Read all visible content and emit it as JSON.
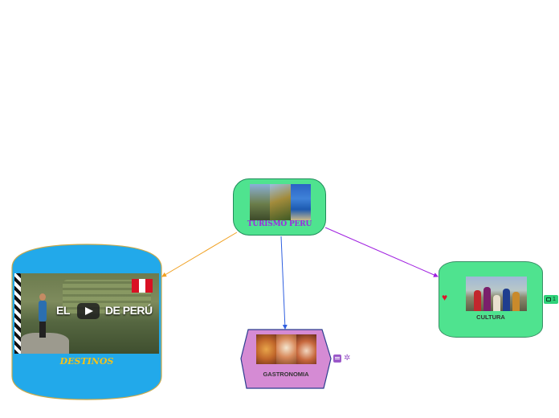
{
  "central": {
    "title": "TURISMO PERU"
  },
  "topics": {
    "destinos": {
      "label": "DESTINOS",
      "video_title_left": "EL",
      "video_title_right": "DE PERÚ"
    },
    "gastronomia": {
      "label": "GASTRONOMIA"
    },
    "cultura": {
      "label": "CULTURA",
      "comment_count": "1"
    }
  },
  "colors": {
    "central_fill": "#4fe38f",
    "destinos_fill": "#22a9ea",
    "gastronomia_fill": "#d58bd4",
    "cultura_fill": "#4fe38f",
    "link_destinos": "#f0a020",
    "link_gastronomia": "#2f5fe0",
    "link_cultura": "#a020e0"
  },
  "icons": [
    "play-icon",
    "peru-flag-icon",
    "note-icon",
    "bug-icon",
    "heart-icon",
    "comment-icon"
  ]
}
